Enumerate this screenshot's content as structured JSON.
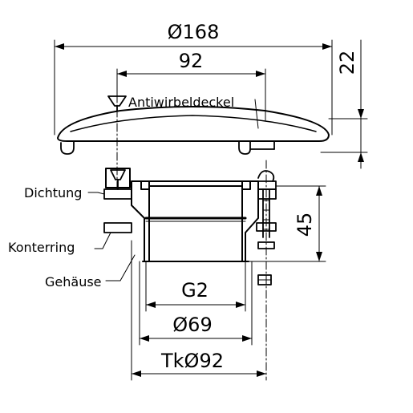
{
  "dimensions": {
    "lid_diameter": "Ø168",
    "inner_width": "92",
    "lid_height": "22",
    "housing_height": "45",
    "thread": "G2",
    "bore_diameter": "Ø69",
    "bolt_circle": "TkØ92"
  },
  "labels": {
    "lid": "Antiwirbeldeckel",
    "seal": "Dichtung",
    "lock_ring": "Konterring",
    "housing": "Gehäuse"
  }
}
